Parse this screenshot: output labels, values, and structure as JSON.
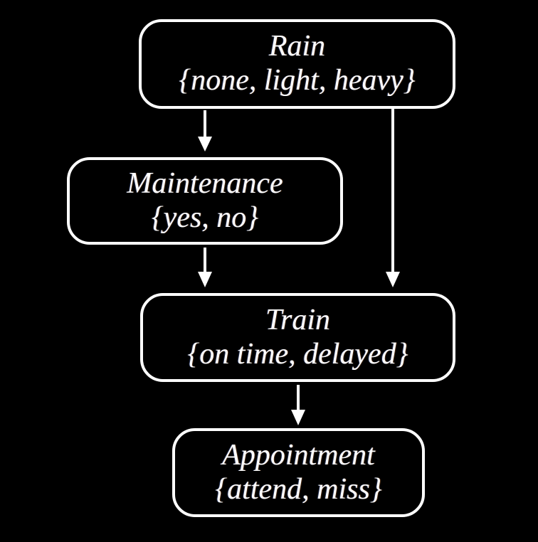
{
  "diagram": {
    "type": "bayesian-network",
    "background_color": "#000000",
    "node_border_color": "#ffffff",
    "text_color": "#ffffff",
    "nodes": [
      {
        "id": "rain",
        "name": "Rain",
        "domain": "{none, light, heavy}"
      },
      {
        "id": "maintenance",
        "name": "Maintenance",
        "domain": "{yes, no}"
      },
      {
        "id": "train",
        "name": "Train",
        "domain": "{on time, delayed}"
      },
      {
        "id": "appointment",
        "name": "Appointment",
        "domain": "{attend, miss}"
      }
    ],
    "edges": [
      {
        "from": "rain",
        "to": "maintenance"
      },
      {
        "from": "rain",
        "to": "train"
      },
      {
        "from": "maintenance",
        "to": "train"
      },
      {
        "from": "train",
        "to": "appointment"
      }
    ]
  }
}
